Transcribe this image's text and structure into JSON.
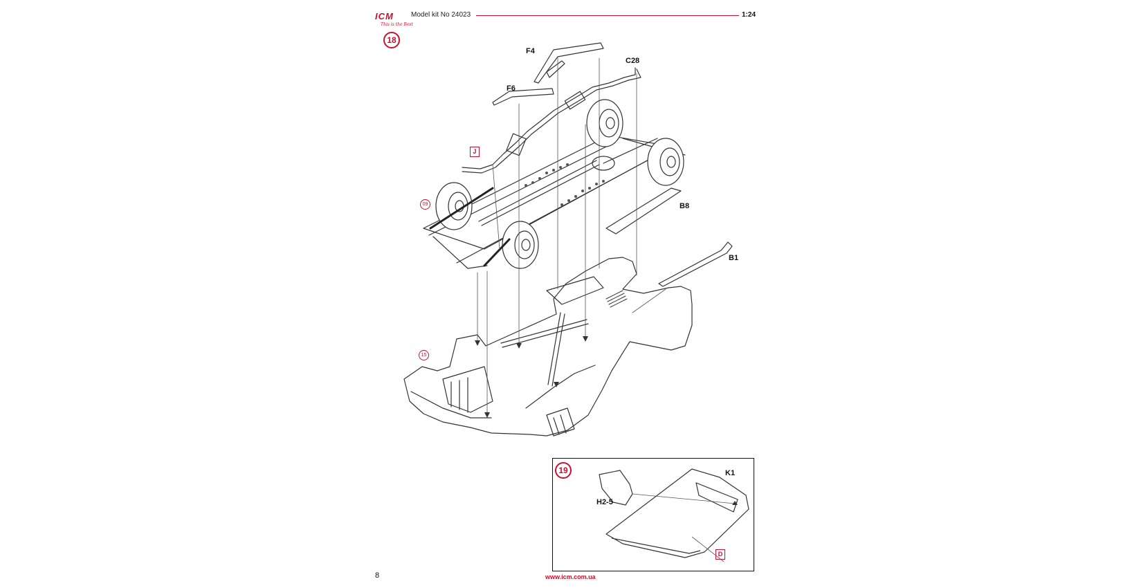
{
  "header": {
    "logo_text": "ICM",
    "logo_tagline": "This is the Best",
    "kit_title": "Model kit No 24023",
    "scale": "1:24"
  },
  "steps": {
    "main_step": "18",
    "inset_step": "19"
  },
  "references": {
    "wheel_ref": "09",
    "body_ref": "15"
  },
  "part_labels": {
    "f4": "F4",
    "f6": "F6",
    "c28": "C28",
    "j": "J",
    "b8": "B8",
    "b1": "B1",
    "k1": "K1",
    "h2_5": "H2-5",
    "d": "D"
  },
  "footer": {
    "page_number": "8",
    "url": "www.icm.com.ua"
  },
  "colors": {
    "accent": "#c8102e",
    "line": "#333333"
  }
}
